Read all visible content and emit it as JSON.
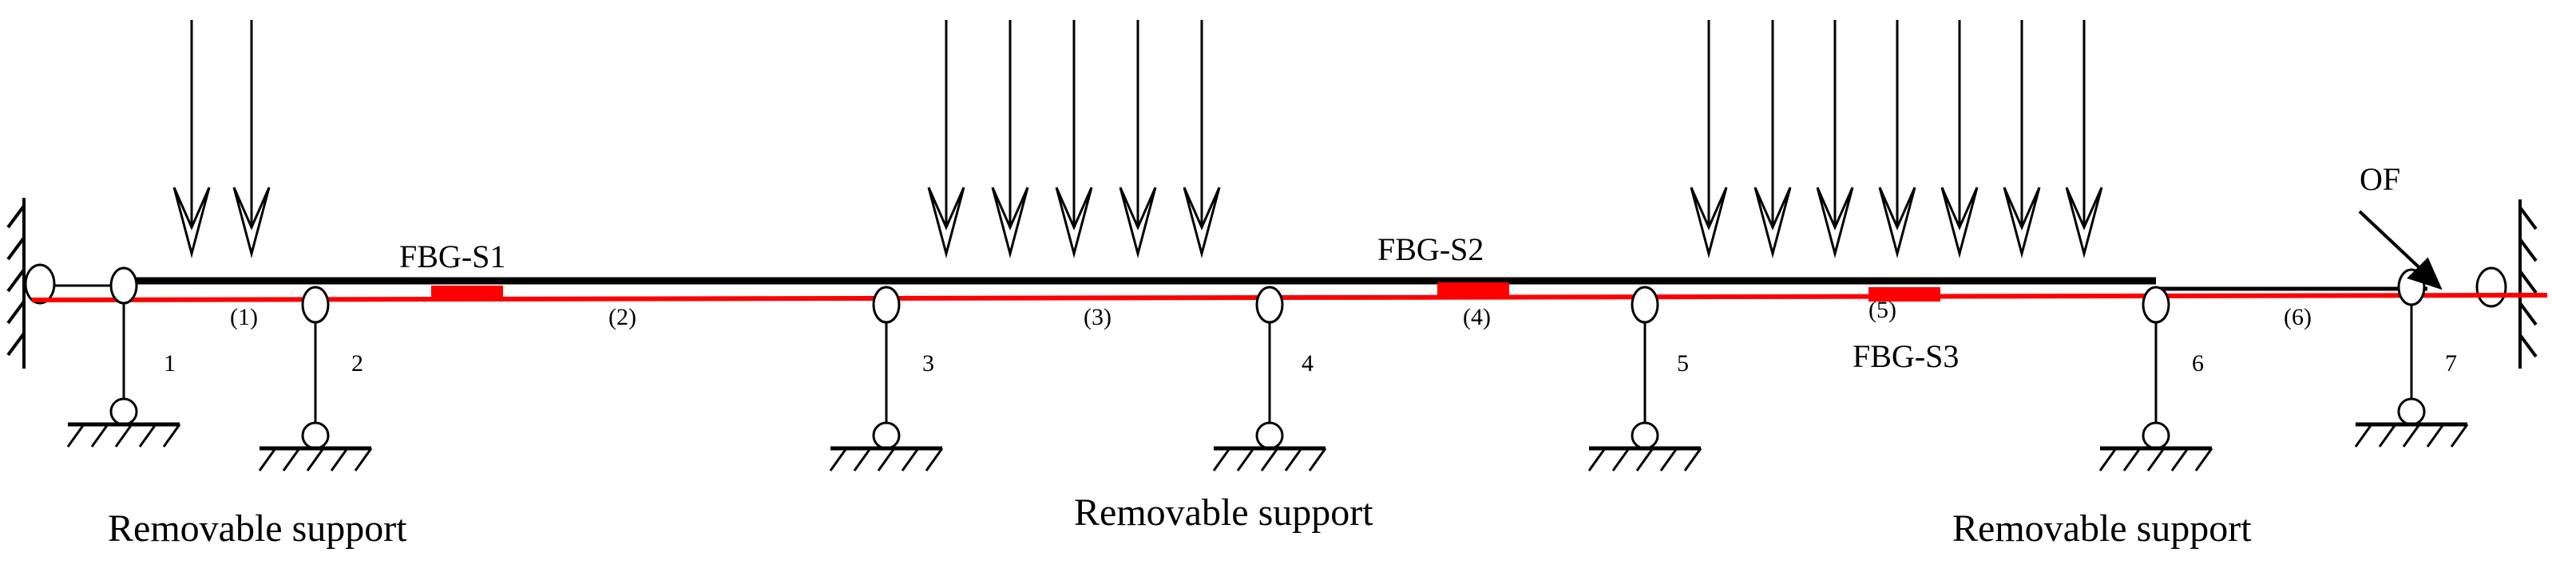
{
  "diagram": {
    "beam_labels": [
      "(1)",
      "(2)",
      "(3)",
      "(4)",
      "(5)",
      "(6)"
    ],
    "support_labels": [
      "1",
      "2",
      "3",
      "4",
      "5",
      "6",
      "7"
    ],
    "sensors": [
      "FBG-S1",
      "FBG-S2",
      "FBG-S3"
    ],
    "fiber_label": "OF",
    "removable_support_labels": [
      "Removable support",
      "Removable support",
      "Removable support"
    ],
    "load_groups": [
      {
        "arrow_count": 2
      },
      {
        "arrow_count": 5
      },
      {
        "arrow_count": 7
      }
    ],
    "colors": {
      "beam": "#000000",
      "fiber": "#ff0000",
      "sensor": "#ff0000",
      "ink": "#000000"
    }
  }
}
